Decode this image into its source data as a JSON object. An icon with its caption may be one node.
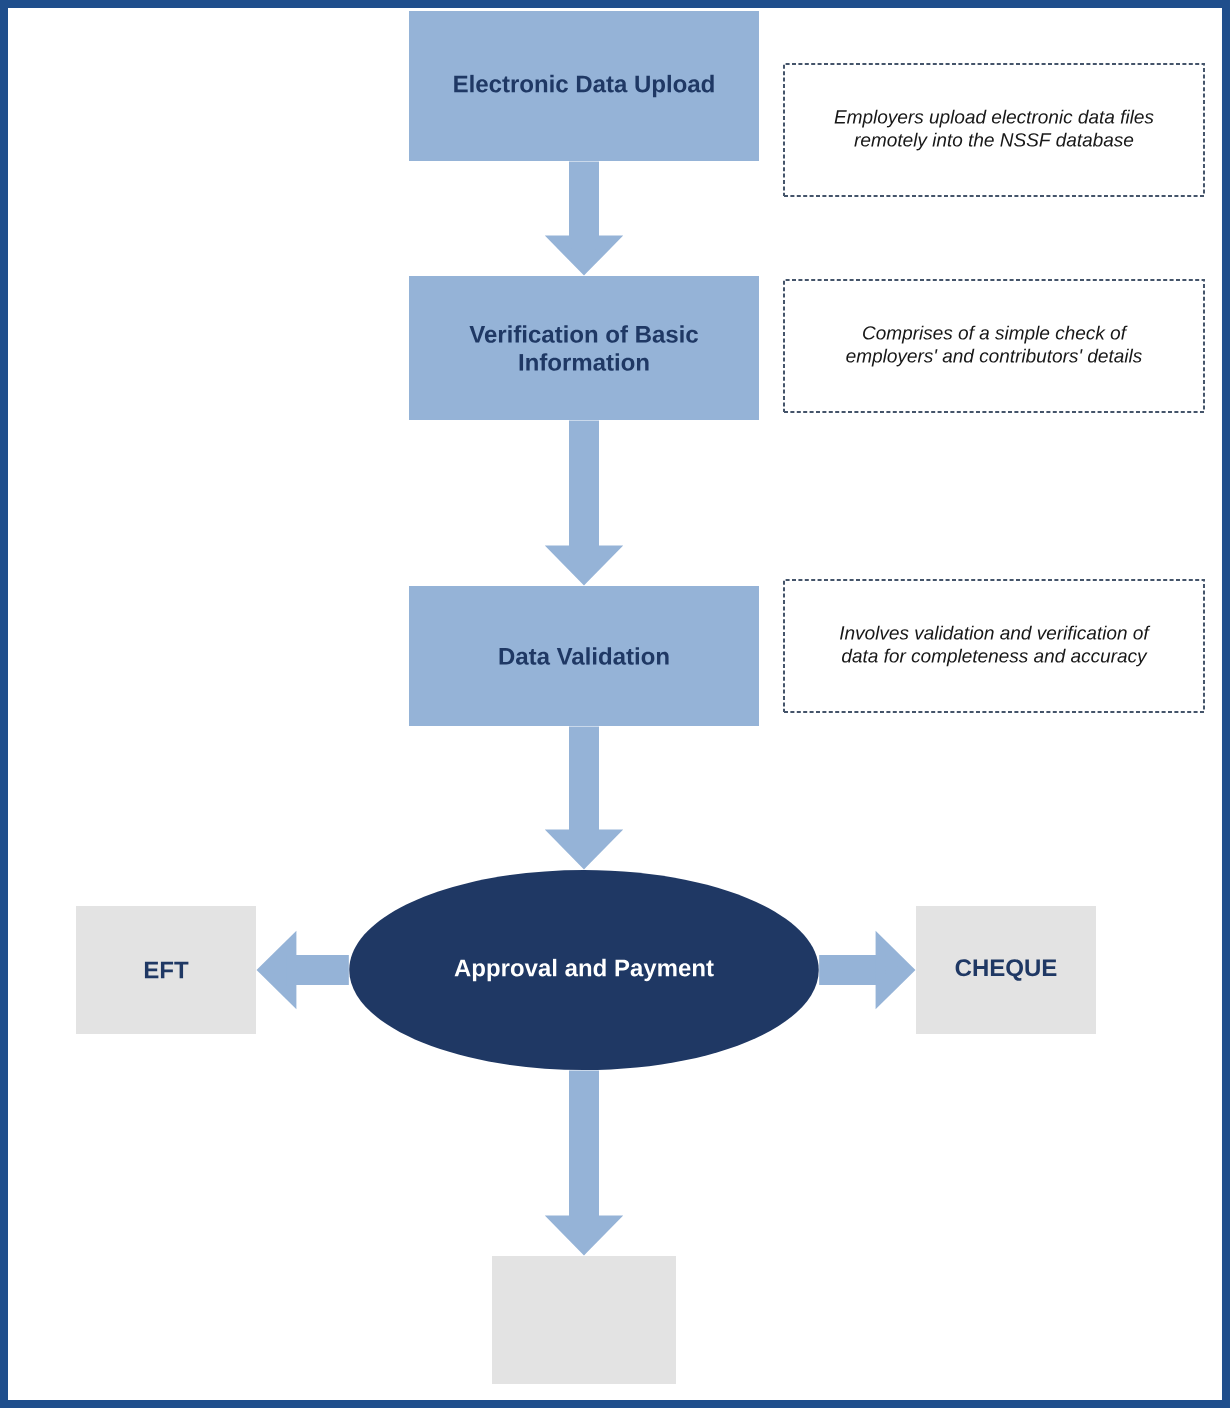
{
  "diagram": {
    "nodes": [
      {
        "text": [
          "Electronic Data Upload"
        ]
      },
      {
        "text": [
          "Employers upload electronic data files remotely into the NSSF database"
        ]
      },
      {
        "text": [
          "Verification of Basic Information"
        ]
      },
      {
        "text": [
          "Comprises of a simple check of employers' and contributors' details"
        ]
      },
      {
        "text": [
          "Data Validation"
        ]
      },
      {
        "text": [
          "Involves validation and verification of data for completeness and accuracy"
        ]
      },
      {
        "text": [
          "Approval and Payment"
        ]
      },
      {
        "text": [
          "EFT"
        ]
      },
      {
        "text": [
          "CHEQUE"
        ]
      },
      {
        "text": [],
        "shape": "box"
      }
    ],
    "edges": [
      {
        "from": 0,
        "to": 2,
        "arrow": "to"
      },
      {
        "from": 2,
        "to": 4,
        "arrow": "to"
      },
      {
        "from": 4,
        "to": 6,
        "arrow": "to"
      },
      {
        "from": 6,
        "to": 7,
        "arrow": "to"
      },
      {
        "from": 6,
        "to": 8,
        "arrow": "to"
      },
      {
        "from": 6,
        "to": 9,
        "arrow": "to"
      }
    ]
  }
}
